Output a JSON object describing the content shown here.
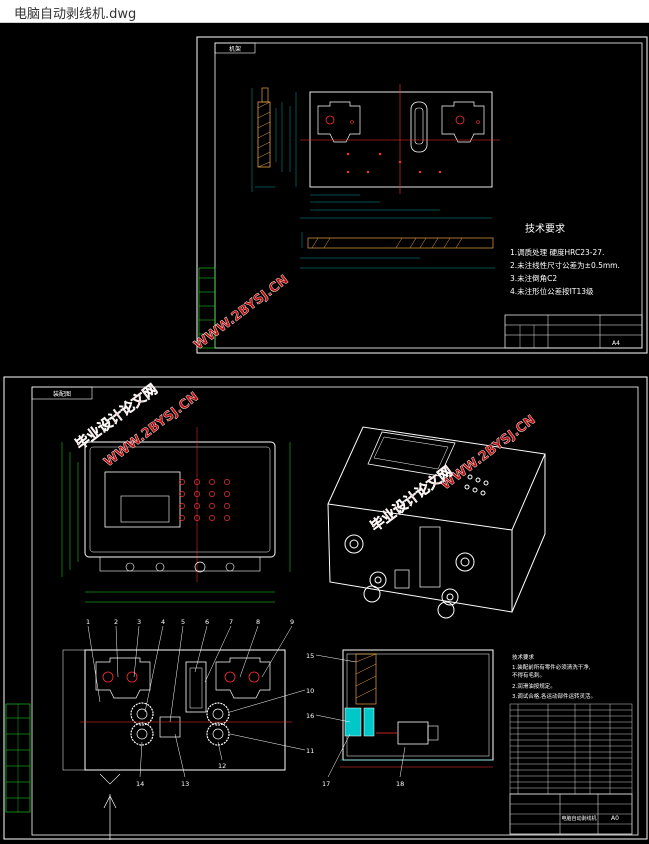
{
  "window": {
    "title": "电脑自动剥线机.dwg"
  },
  "sheet1": {
    "label": "机架",
    "tech_title": "技术要求",
    "tech_items": [
      "1.调质处理   硬度HRC23-27.",
      "2.未注线性尺寸公差为±0.5mm.",
      "3.未注倒角C2",
      "4.未注形位公差按IT13级"
    ],
    "scale": "A4"
  },
  "sheet2": {
    "label": "装配图",
    "notes": [
      "技术要求",
      "1.装配前所有零件必须清洗干净,",
      "    不得有毛刺。",
      "2.润滑油按规定。",
      "3.调试合格,各运动部件运转灵活。"
    ],
    "part_numbers": [
      "1",
      "2",
      "3",
      "4",
      "5",
      "6",
      "7",
      "8",
      "9",
      "10",
      "11",
      "12",
      "13",
      "14",
      "15",
      "16",
      "17",
      "18"
    ],
    "scale": "A0",
    "sheet_title": "电脑自动剥线机"
  },
  "watermarks": [
    {
      "text": "毕业设计论文网"
    },
    {
      "text": "WWW.2BYSJ.CN"
    }
  ],
  "colors": {
    "background": "#000000",
    "frame": "#ffffff",
    "dim": "#00c8c8",
    "center": "#ff3030",
    "hatch": "#e8a040",
    "part": "#ffffff",
    "green": "#20e020",
    "watermark": "#c01010"
  }
}
